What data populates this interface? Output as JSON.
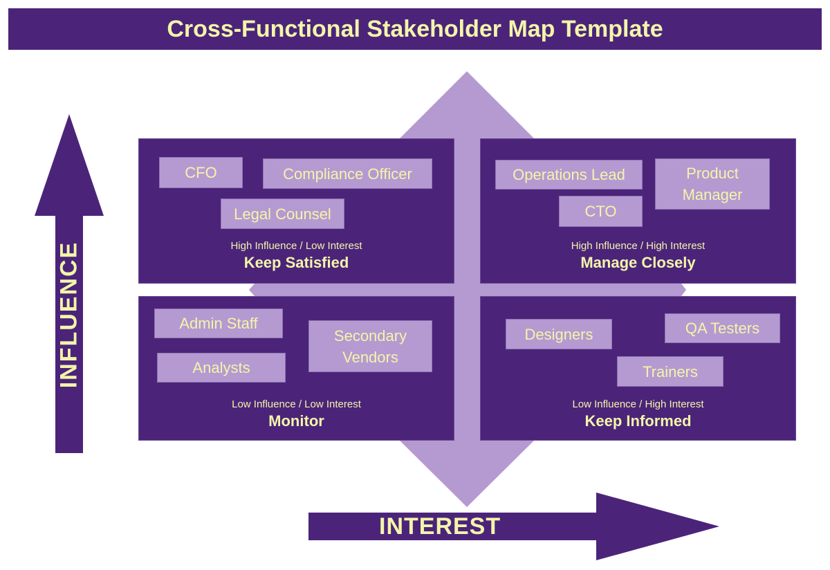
{
  "title": "Cross-Functional Stakeholder Map Template",
  "axes": {
    "y_label": "INFLUENCE",
    "x_label": "INTEREST"
  },
  "colors": {
    "dark": "#4b247a",
    "light": "#b59ad1",
    "text": "#f3f5a9"
  },
  "quadrants": {
    "top_left": {
      "subtitle": "High Influence / Low Interest",
      "label": "Keep Satisfied",
      "stakeholders": [
        "CFO",
        "Compliance Officer",
        "Legal Counsel"
      ]
    },
    "top_right": {
      "subtitle": "High Influence / High Interest",
      "label": "Manage Closely",
      "stakeholders": [
        "Operations Lead",
        "Product Manager",
        "CTO"
      ]
    },
    "bottom_left": {
      "subtitle": "Low Influence / Low Interest",
      "label": "Monitor",
      "stakeholders": [
        "Admin Staff",
        "Secondary Vendors",
        "Analysts"
      ]
    },
    "bottom_right": {
      "subtitle": "Low Influence / High Interest",
      "label": "Keep Informed",
      "stakeholders": [
        "Designers",
        "QA Testers",
        "Trainers"
      ]
    }
  }
}
